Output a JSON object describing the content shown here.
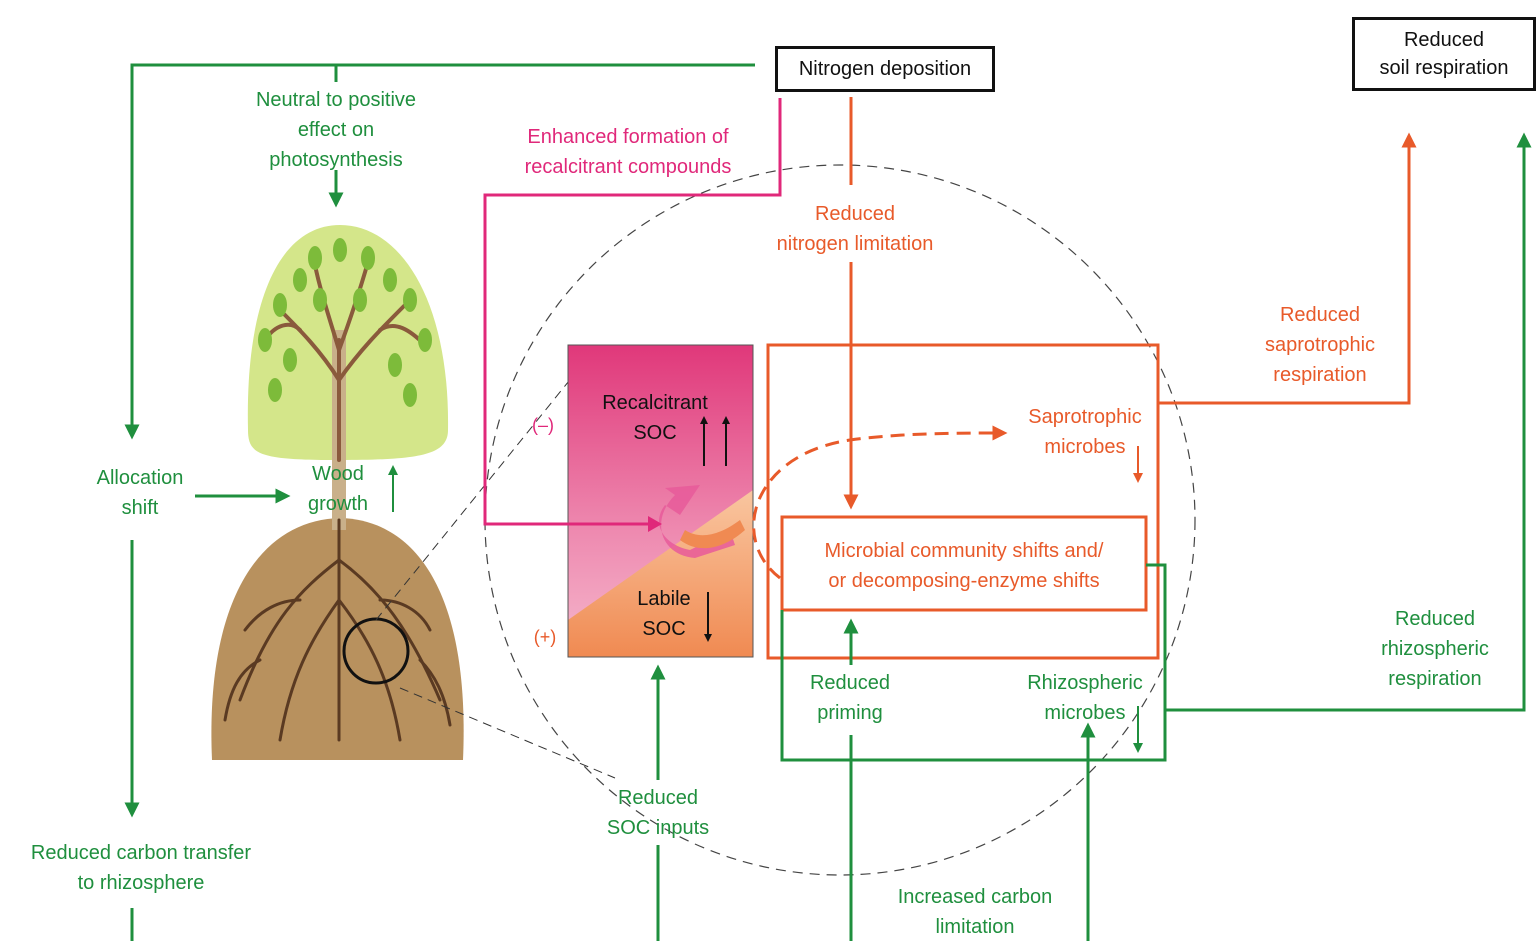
{
  "boxes": {
    "nitrogen_deposition": "Nitrogen deposition",
    "reduced_soil_respiration": "Reduced\nsoil respiration"
  },
  "labels": {
    "neutral_photosynthesis": "Neutral to positive\neffect on\nphotosynthesis",
    "enhanced_formation": "Enhanced formation of\nrecalcitrant compounds",
    "reduced_n_limitation": "Reduced\nnitrogen limitation",
    "reduced_saprotrophic_respiration": "Reduced\nsaprotrophic\nrespiration",
    "saprotrophic_microbes": "Saprotrophic\nmicrobes",
    "microbial_shifts": "Microbial community shifts and/\nor decomposing-enzyme shifts",
    "allocation_shift": "Allocation\nshift",
    "wood_growth": "Wood\ngrowth",
    "recalcitrant_soc": "Recalcitrant\nSOC",
    "labile_soc": "Labile\nSOC",
    "minus_sign": "(–)",
    "plus_sign": "(+)",
    "reduced_rhizospheric_respiration": "Reduced\nrhizospheric\nrespiration",
    "reduced_priming": "Reduced\npriming",
    "rhizospheric_microbes": "Rhizospheric\nmicrobes",
    "reduced_soc_inputs": "Reduced\nSOC inputs",
    "reduced_carbon_transfer": "Reduced carbon transfer\nto rhizosphere",
    "increased_carbon_limitation": "Increased carbon\nlimitation"
  },
  "colors": {
    "green": "#1f8f3e",
    "orange": "#e85a2a",
    "pink": "#e0287a",
    "black": "#111111",
    "canopy": "#d4e68a",
    "soil": "#b8915e"
  }
}
